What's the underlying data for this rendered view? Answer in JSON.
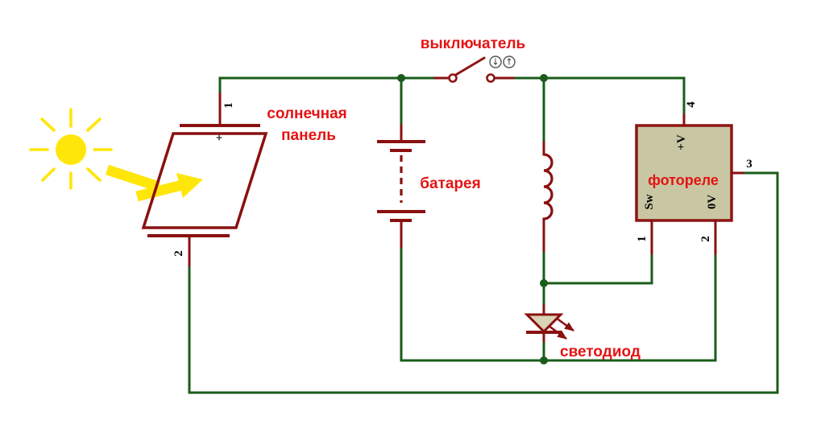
{
  "labels": {
    "switch": "выключатель",
    "solar_panel_line1": "солнечная",
    "solar_panel_line2": "панель",
    "battery": "батарея",
    "photo_relay": "фотореле",
    "led": "светодиод"
  },
  "photo_relay": {
    "pin_plus_v": "+V",
    "pin_sw": "Sw",
    "pin_zero_v": "0V",
    "pin1": "1",
    "pin2": "2",
    "pin3": "3",
    "pin4": "4"
  },
  "solar_panel": {
    "pin1": "1",
    "pin2": "2",
    "polarity": "+"
  },
  "switch_control": {
    "down": "↓",
    "up": "↑"
  },
  "colors": {
    "wire": "#1a5c1a",
    "component": "#8a1010",
    "label": "#e41313",
    "relay_fill": "#c9c7a3",
    "relay_border": "#8e1515",
    "led_fill": "#d8d4b6",
    "sun": "#ffe60a",
    "pin_text": "#000000"
  }
}
